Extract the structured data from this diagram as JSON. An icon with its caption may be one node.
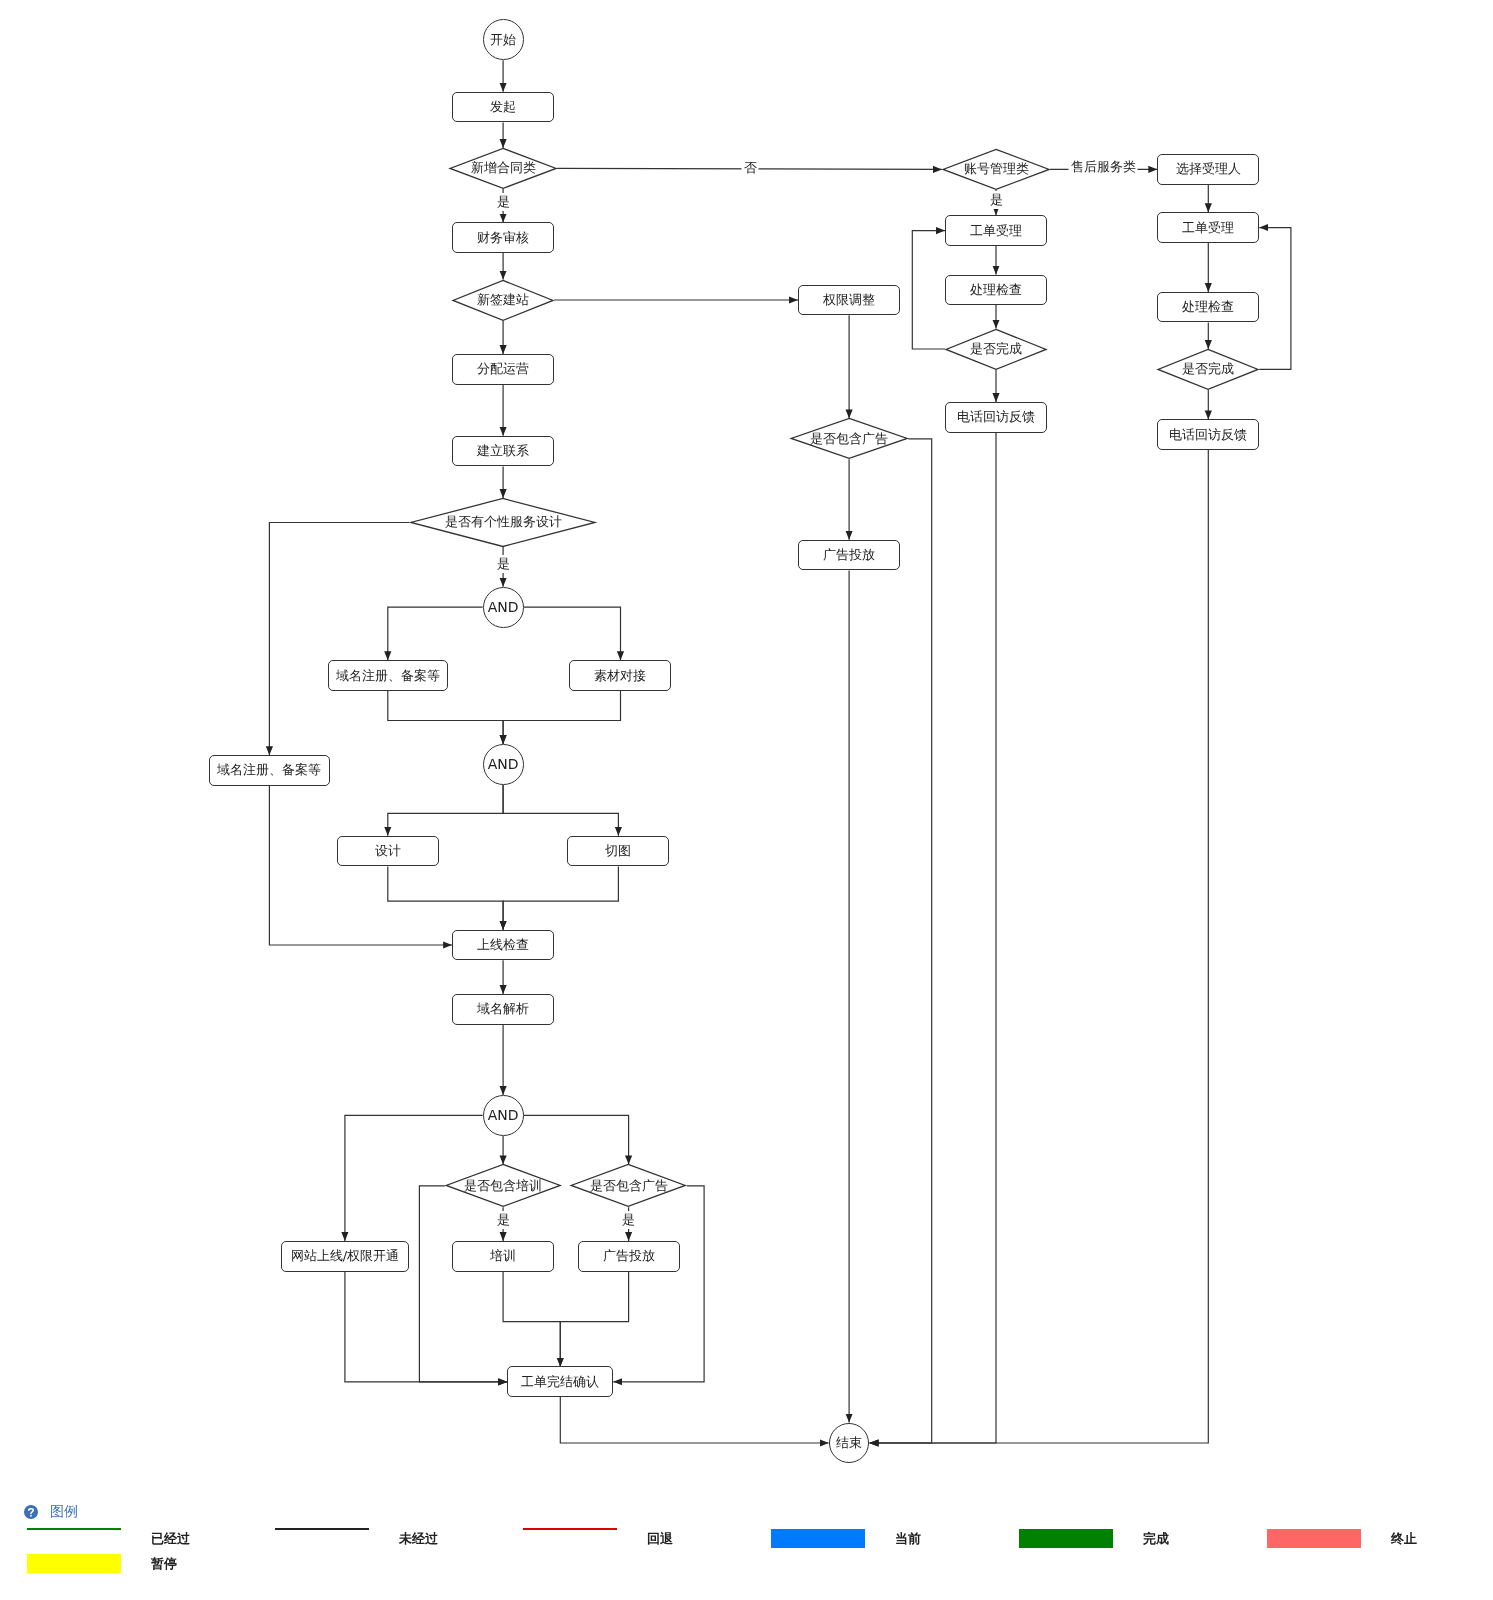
{
  "diagram": {
    "nodes": [
      {
        "text": [
          "开始"
        ]
      },
      {
        "text": [
          "发起"
        ]
      },
      {
        "text": [
          "新增合同类"
        ]
      },
      {
        "text": [
          "财务审核"
        ]
      },
      {
        "text": [
          "新签建站"
        ]
      },
      {
        "text": [
          "分配运营"
        ]
      },
      {
        "text": [
          "建立联系"
        ]
      },
      {
        "text": [
          "是否有个性服务设计"
        ]
      },
      {
        "text": [
          "AND"
        ]
      },
      {
        "text": [
          "域名注册、备案等"
        ]
      },
      {
        "text": [
          "素材对接"
        ]
      },
      {
        "text": [
          "AND"
        ]
      },
      {
        "text": [
          "设计"
        ]
      },
      {
        "text": [
          "切图"
        ]
      },
      {
        "text": [
          "域名注册、备案等"
        ]
      },
      {
        "text": [
          "上线检查"
        ]
      },
      {
        "text": [
          "域名解析"
        ]
      },
      {
        "text": [
          "AND"
        ]
      },
      {
        "text": [
          "是否包含培训"
        ]
      },
      {
        "text": [
          "是否包含广告"
        ]
      },
      {
        "text": [
          "网站上线/权限开通"
        ]
      },
      {
        "text": [
          "培训"
        ]
      },
      {
        "text": [
          "广告投放"
        ]
      },
      {
        "text": [
          "工单完结确认"
        ]
      },
      {
        "text": [
          "结束"
        ]
      },
      {
        "text": [
          "权限调整"
        ]
      },
      {
        "text": [
          "是否包含广告"
        ]
      },
      {
        "text": [
          "广告投放"
        ]
      },
      {
        "text": [
          "账号管理类"
        ]
      },
      {
        "text": [
          "工单受理"
        ]
      },
      {
        "text": [
          "处理检查"
        ]
      },
      {
        "text": [
          "是否完成"
        ]
      },
      {
        "text": [
          "电话回访反馈"
        ]
      },
      {
        "text": [
          "选择受理人"
        ]
      },
      {
        "text": [
          "工单受理"
        ]
      },
      {
        "text": [
          "处理检查"
        ]
      },
      {
        "text": [
          "是否完成"
        ]
      },
      {
        "text": [
          "电话回访反馈"
        ]
      }
    ],
    "edges": [
      {
        "from": 0,
        "to": 1,
        "arrow": "to"
      },
      {
        "from": 1,
        "to": 2,
        "arrow": "to"
      },
      {
        "from": 2,
        "to": 3,
        "arrow": "to",
        "label": "是"
      },
      {
        "from": 2,
        "to": 28,
        "arrow": "to",
        "label": "否"
      },
      {
        "from": 3,
        "to": 4,
        "arrow": "to"
      },
      {
        "from": 4,
        "to": 25,
        "arrow": "to"
      },
      {
        "from": 4,
        "to": 5,
        "arrow": "to"
      },
      {
        "from": 5,
        "to": 6,
        "arrow": "to"
      },
      {
        "from": 6,
        "to": 7,
        "arrow": "to"
      },
      {
        "from": 7,
        "to": 8,
        "arrow": "to",
        "label": "是"
      },
      {
        "from": 7,
        "to": 14,
        "arrow": "to"
      },
      {
        "from": 8,
        "to": 9,
        "arrow": "to"
      },
      {
        "from": 8,
        "to": 10,
        "arrow": "to"
      },
      {
        "from": 9,
        "to": 11,
        "arrow": "to"
      },
      {
        "from": 10,
        "to": 11,
        "arrow": "to"
      },
      {
        "from": 11,
        "to": 12,
        "arrow": "to"
      },
      {
        "from": 11,
        "to": 13,
        "arrow": "to"
      },
      {
        "from": 12,
        "to": 15,
        "arrow": "to"
      },
      {
        "from": 13,
        "to": 15,
        "arrow": "to"
      },
      {
        "from": 14,
        "to": 15,
        "arrow": "to"
      },
      {
        "from": 15,
        "to": 16,
        "arrow": "to"
      },
      {
        "from": 16,
        "to": 17,
        "arrow": "to"
      },
      {
        "from": 17,
        "to": 20,
        "arrow": "to"
      },
      {
        "from": 17,
        "to": 18,
        "arrow": "to"
      },
      {
        "from": 17,
        "to": 19,
        "arrow": "to"
      },
      {
        "from": 18,
        "to": 21,
        "arrow": "to",
        "label": "是"
      },
      {
        "from": 19,
        "to": 22,
        "arrow": "to",
        "label": "是"
      },
      {
        "from": 21,
        "to": 23,
        "arrow": "to"
      },
      {
        "from": 22,
        "to": 23,
        "arrow": "to"
      },
      {
        "from": 20,
        "to": 23,
        "arrow": "to"
      },
      {
        "from": 18,
        "to": 23,
        "arrow": "to"
      },
      {
        "from": 19,
        "to": 23,
        "arrow": "to"
      },
      {
        "from": 23,
        "to": 24,
        "arrow": "to"
      },
      {
        "from": 25,
        "to": 26,
        "arrow": "to"
      },
      {
        "from": 26,
        "to": 27,
        "arrow": "to"
      },
      {
        "from": 27,
        "to": 24,
        "arrow": "to"
      },
      {
        "from": 26,
        "to": 24,
        "arrow": "to"
      },
      {
        "from": 28,
        "to": 29,
        "arrow": "to",
        "label": "是"
      },
      {
        "from": 28,
        "to": 33,
        "arrow": "to",
        "label": "售后服务类"
      },
      {
        "from": 29,
        "to": 30,
        "arrow": "to"
      },
      {
        "from": 30,
        "to": 31,
        "arrow": "to"
      },
      {
        "from": 31,
        "to": 29,
        "arrow": "to"
      },
      {
        "from": 31,
        "to": 32,
        "arrow": "to"
      },
      {
        "from": 32,
        "to": 24,
        "arrow": "to"
      },
      {
        "from": 33,
        "to": 34,
        "arrow": "to"
      },
      {
        "from": 34,
        "to": 35,
        "arrow": "to"
      },
      {
        "from": 35,
        "to": 36,
        "arrow": "to"
      },
      {
        "from": 36,
        "to": 34,
        "arrow": "to"
      },
      {
        "from": 36,
        "to": 37,
        "arrow": "to"
      },
      {
        "from": 37,
        "to": 24,
        "arrow": "to"
      }
    ],
    "labels": [
      "图例"
    ],
    "legend": [
      {
        "text": "已经过"
      },
      {
        "text": "未经过"
      },
      {
        "text": "回退"
      },
      {
        "text": "当前",
        "color": "#007bff"
      },
      {
        "text": "完成",
        "color": "#008000"
      },
      {
        "text": "终止",
        "color": "#ff6666"
      },
      {
        "text": "暂停",
        "color": "#ffff00"
      }
    ]
  }
}
